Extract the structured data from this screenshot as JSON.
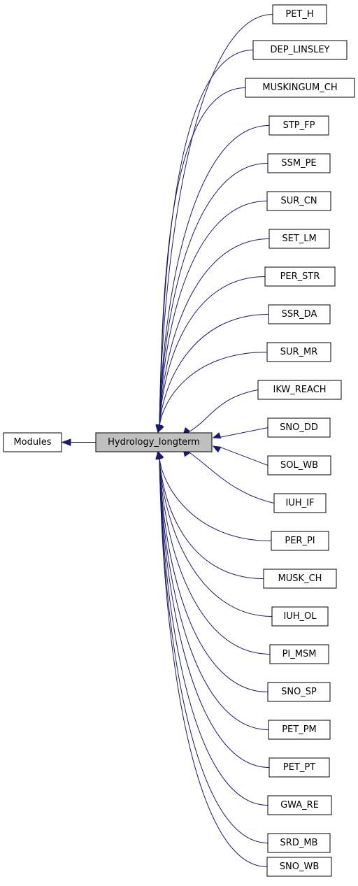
{
  "graph": {
    "edge_color": "#191970",
    "current_fill": "#bfbfbf",
    "parent": {
      "id": "modules",
      "label": "Modules"
    },
    "current": {
      "id": "hydrology_longterm",
      "label": "Hydrology_longterm"
    },
    "children": [
      {
        "id": "pet_h",
        "label": "PET_H"
      },
      {
        "id": "dep_linsley",
        "label": "DEP_LINSLEY"
      },
      {
        "id": "muskingum_ch",
        "label": "MUSKINGUM_CH"
      },
      {
        "id": "stp_fp",
        "label": "STP_FP"
      },
      {
        "id": "ssm_pe",
        "label": "SSM_PE"
      },
      {
        "id": "sur_cn",
        "label": "SUR_CN"
      },
      {
        "id": "set_lm",
        "label": "SET_LM"
      },
      {
        "id": "per_str",
        "label": "PER_STR"
      },
      {
        "id": "ssr_da",
        "label": "SSR_DA"
      },
      {
        "id": "sur_mr",
        "label": "SUR_MR"
      },
      {
        "id": "ikw_reach",
        "label": "IKW_REACH"
      },
      {
        "id": "sno_dd",
        "label": "SNO_DD"
      },
      {
        "id": "sol_wb",
        "label": "SOL_WB"
      },
      {
        "id": "iuh_if",
        "label": "IUH_IF"
      },
      {
        "id": "per_pi",
        "label": "PER_PI"
      },
      {
        "id": "musk_ch",
        "label": "MUSK_CH"
      },
      {
        "id": "iuh_ol",
        "label": "IUH_OL"
      },
      {
        "id": "pi_msm",
        "label": "PI_MSM"
      },
      {
        "id": "sno_sp",
        "label": "SNO_SP"
      },
      {
        "id": "pet_pm",
        "label": "PET_PM"
      },
      {
        "id": "pet_pt",
        "label": "PET_PT"
      },
      {
        "id": "gwa_re",
        "label": "GWA_RE"
      },
      {
        "id": "srd_mb",
        "label": "SRD_MB"
      },
      {
        "id": "sno_wb",
        "label": "SNO_WB"
      }
    ]
  }
}
